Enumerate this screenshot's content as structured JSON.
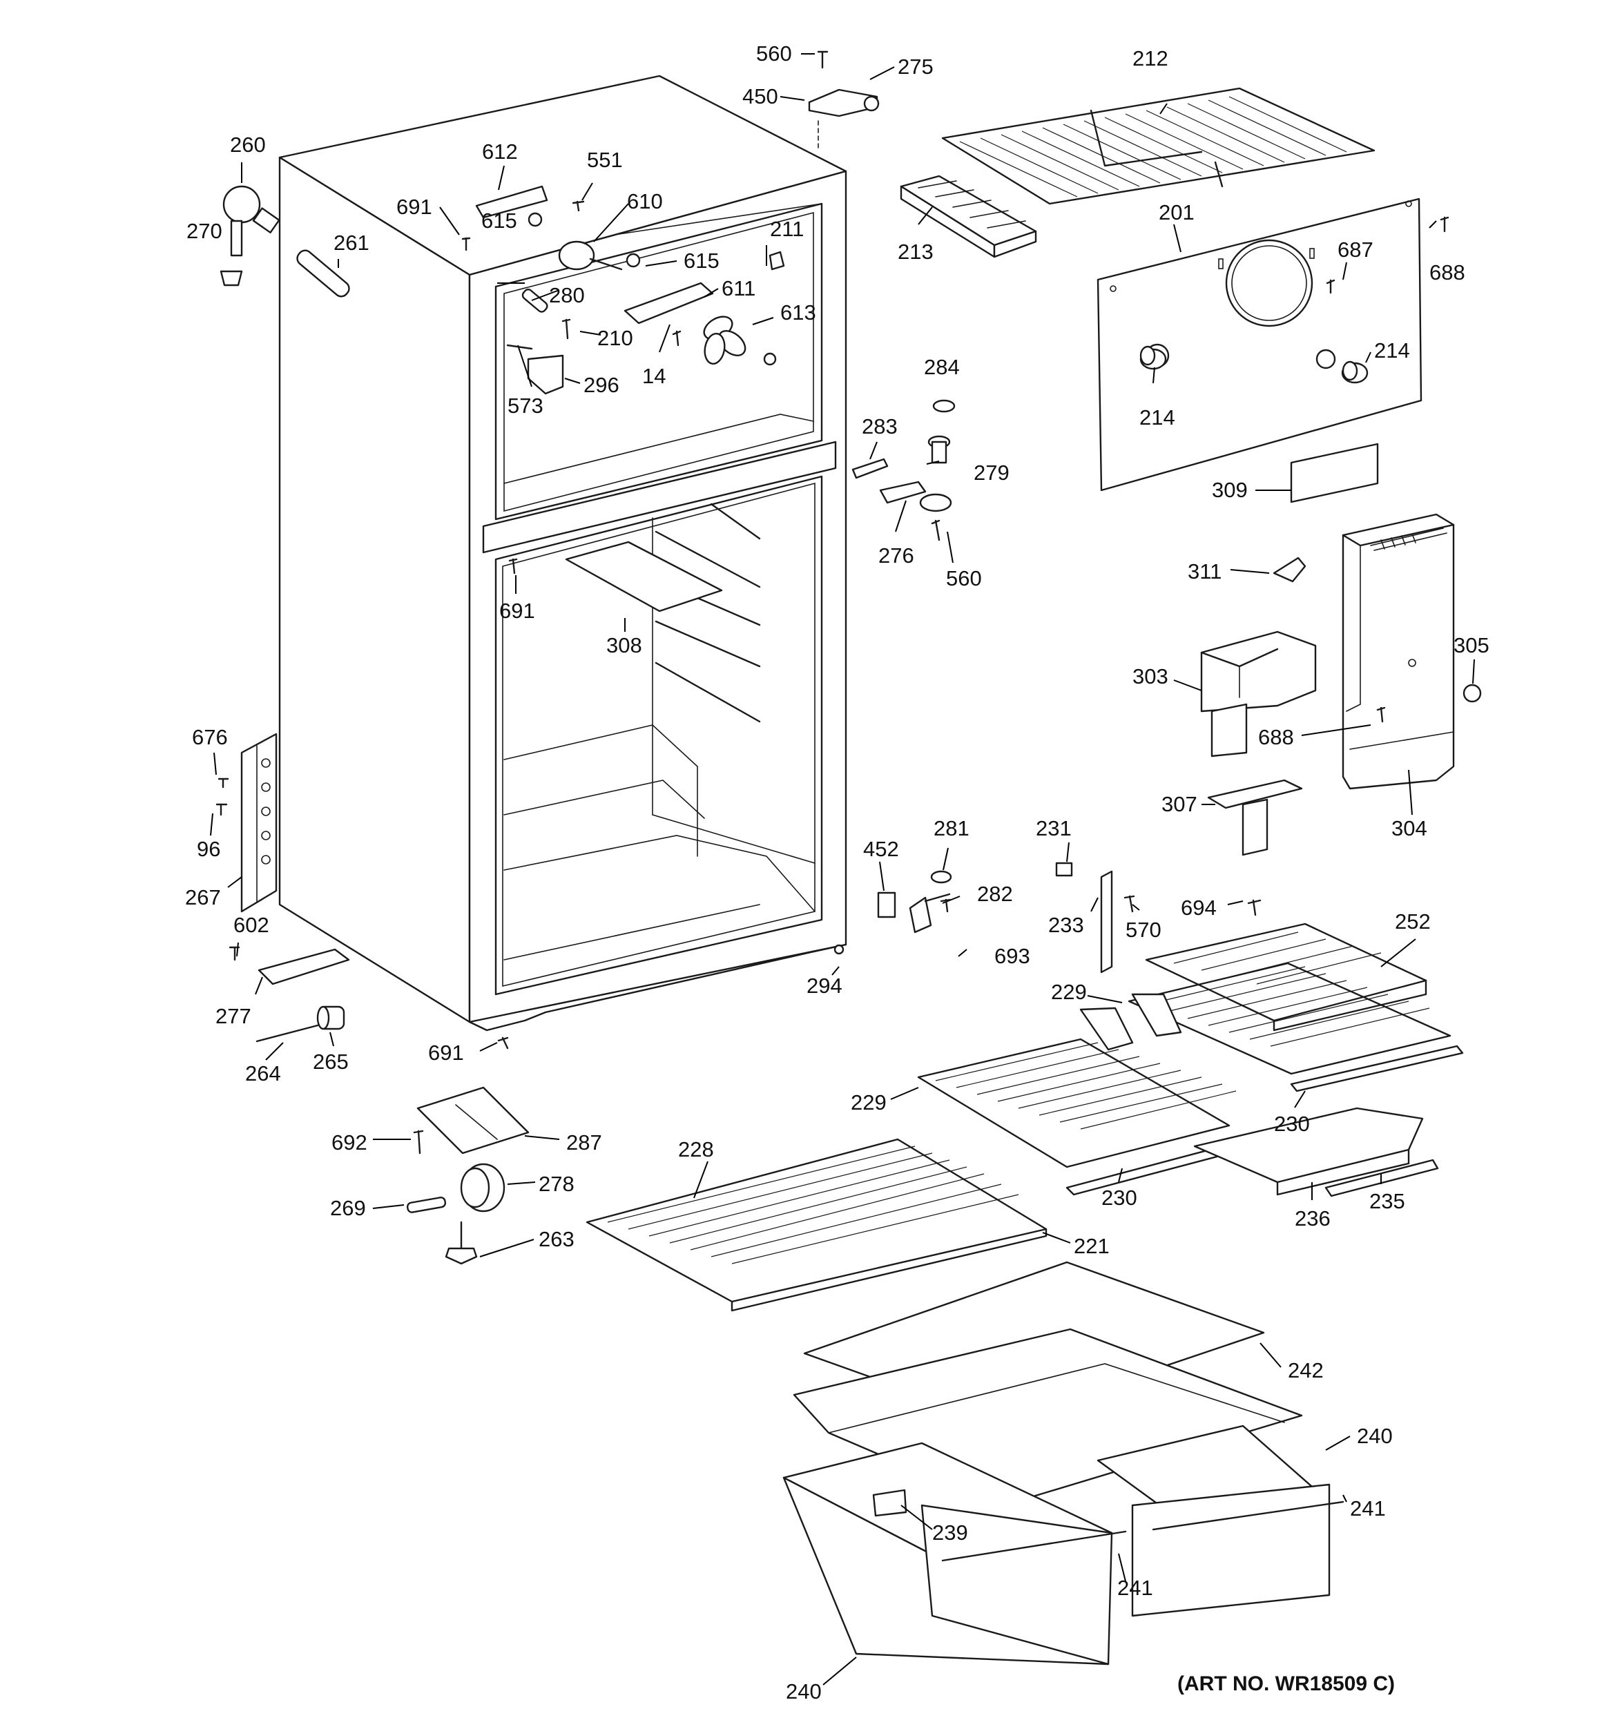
{
  "callouts": [
    "560",
    "275",
    "450",
    "212",
    "260",
    "612",
    "551",
    "691",
    "610",
    "615",
    "270",
    "261",
    "211",
    "280",
    "615",
    "611",
    "210",
    "613",
    "573",
    "296",
    "14",
    "213",
    "201",
    "688",
    "687",
    "214",
    "214",
    "284",
    "283",
    "279",
    "276",
    "560",
    "309",
    "311",
    "305",
    "303",
    "688",
    "304",
    "691",
    "308",
    "676",
    "96",
    "267",
    "307",
    "602",
    "277",
    "691",
    "264",
    "265",
    "452",
    "281",
    "282",
    "693",
    "231",
    "233",
    "570",
    "694",
    "252",
    "229",
    "229",
    "230",
    "230",
    "236",
    "235",
    "294",
    "692",
    "287",
    "278",
    "269",
    "263",
    "228",
    "221",
    "242",
    "240",
    "241",
    "239",
    "241",
    "240"
  ],
  "art_number": "(ART NO. WR18509 C)"
}
